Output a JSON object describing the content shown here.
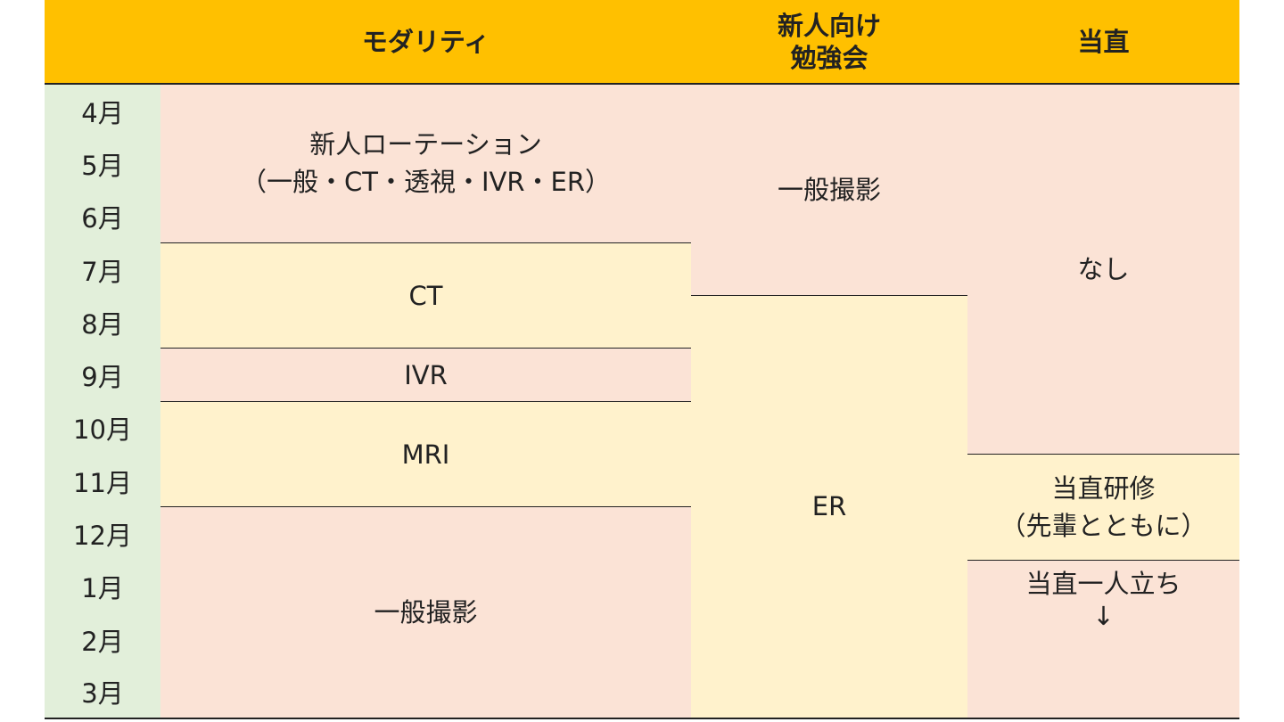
{
  "header": {
    "modality": "モダリティ",
    "study_line1": "新人向け",
    "study_line2": "勉強会",
    "duty": "当直"
  },
  "months": [
    "4月",
    "5月",
    "6月",
    "7月",
    "8月",
    "9月",
    "10月",
    "11月",
    "12月",
    "1月",
    "2月",
    "3月"
  ],
  "modality": [
    {
      "line1": "新人ローテーション",
      "line2": "（一般・CT・透視・IVR・ER）"
    },
    {
      "line1": "CT"
    },
    {
      "line1": "IVR"
    },
    {
      "line1": "MRI"
    },
    {
      "line1": "一般撮影"
    }
  ],
  "study": [
    {
      "line1": "一般撮影"
    },
    {
      "line1": "ER"
    }
  ],
  "duty": [
    {
      "line1": "なし"
    },
    {
      "line1": "当直研修",
      "line2": "（先輩とともに）"
    },
    {
      "line1": "当直一人立ち",
      "line2": "↓"
    }
  ],
  "colors": {
    "header": "#FFC000",
    "month": "#E2EFDA",
    "pink": "#FBE3D6",
    "yellow": "#FFF2CC"
  }
}
